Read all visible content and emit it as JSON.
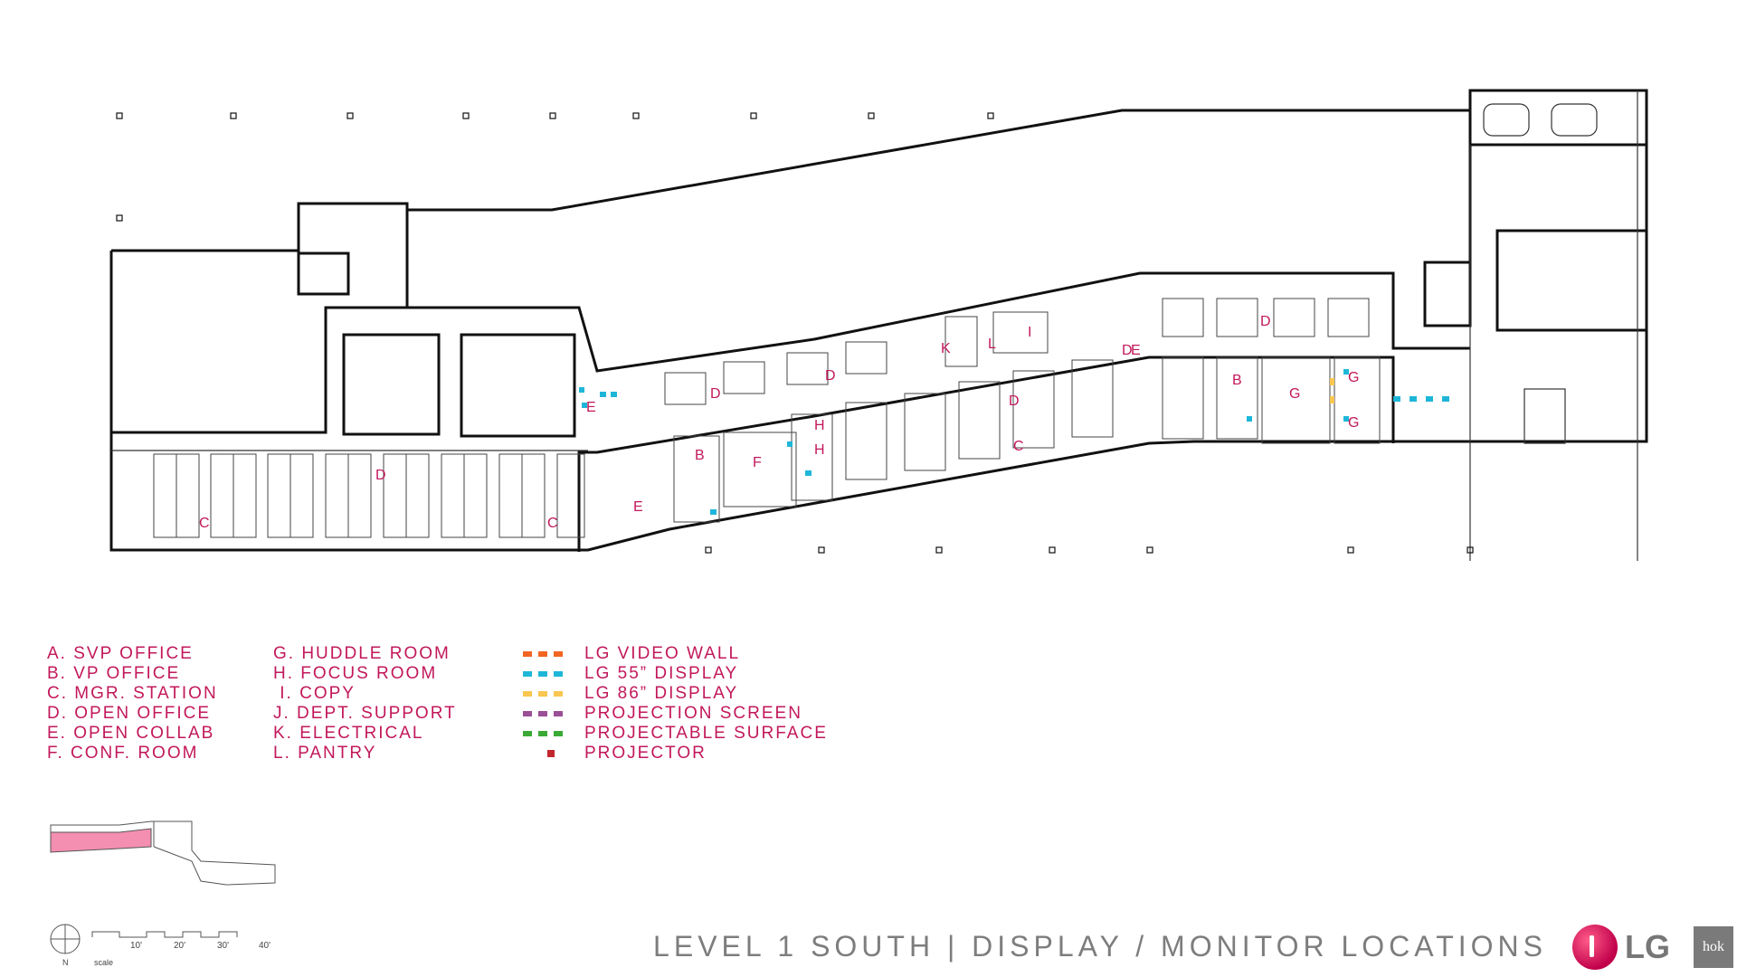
{
  "title": "LEVEL 1 SOUTH | DISPLAY / MONITOR LOCATIONS",
  "legend_keys": [
    "A. SVP OFFICE",
    "B. VP OFFICE",
    "C. MGR. STATION",
    "D. OPEN OFFICE",
    "E. OPEN COLLAB",
    "F. CONF. ROOM"
  ],
  "legend_keys2": [
    "G. HUDDLE ROOM",
    "H. FOCUS ROOM",
    " I. COPY",
    "J. DEPT. SUPPORT",
    "K. ELECTRICAL",
    "L. PANTRY"
  ],
  "legend_equipment": [
    {
      "label": "LG VIDEO WALL",
      "color": "#f26522",
      "style": "dashes"
    },
    {
      "label": "LG 55” DISPLAY",
      "color": "#1eb6d8",
      "style": "dashes"
    },
    {
      "label": "LG 86” DISPLAY",
      "color": "#f9c74f",
      "style": "dashes"
    },
    {
      "label": "PROJECTION SCREEN",
      "color": "#9b4f96",
      "style": "dashes"
    },
    {
      "label": "PROJECTABLE SURFACE",
      "color": "#3aaa35",
      "style": "dashes"
    },
    {
      "label": "PROJECTOR",
      "color": "#c1272d",
      "style": "dot"
    }
  ],
  "room_labels": [
    "D",
    "D",
    "D",
    "D",
    "D",
    "D",
    "C",
    "C",
    "C",
    "E",
    "E",
    "E",
    "F",
    "B",
    "B",
    "G",
    "G",
    "G",
    "H",
    "H",
    "K",
    "L",
    "I"
  ],
  "scale": {
    "north_label": "N",
    "scale_label": "scale",
    "ticks": [
      "10'",
      "20'",
      "30'",
      "40'"
    ]
  },
  "brand": {
    "logo_text": "LG",
    "partner": "hok"
  },
  "colors": {
    "label": "#c2185b",
    "title": "#7d7d7d",
    "display_55": "#1eb6d8",
    "display_86": "#f9c74f",
    "wall": "#111111"
  }
}
